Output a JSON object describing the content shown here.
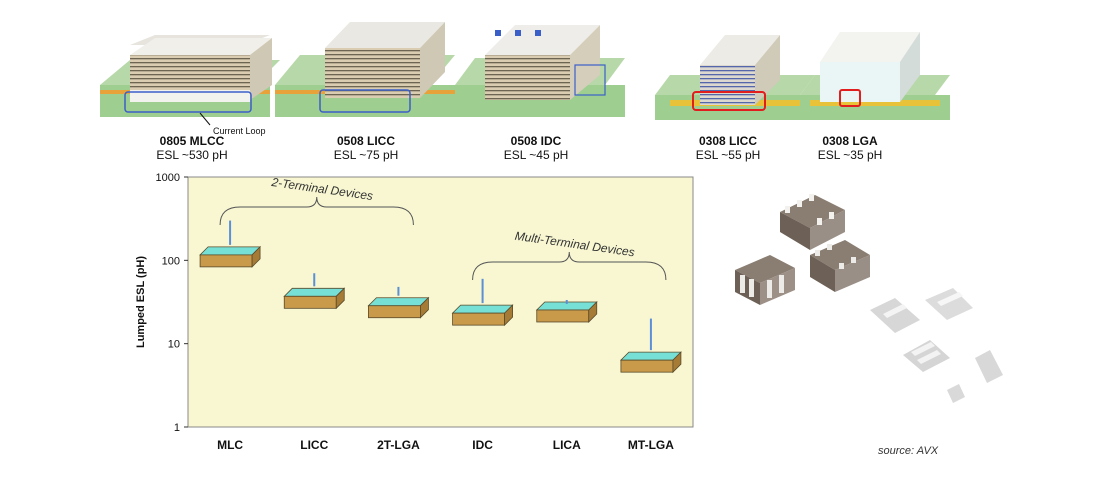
{
  "top_panels": [
    {
      "title": "0805 MLCC",
      "esl": "ESL ~530 pH"
    },
    {
      "title": "0508 LICC",
      "esl": "ESL ~75 pH"
    },
    {
      "title": "0508 IDC",
      "esl": "ESL ~45 pH"
    },
    {
      "title": "0308 LICC",
      "esl": "ESL ~55 pH"
    },
    {
      "title": "0308 LGA",
      "esl": "ESL ~35 pH"
    }
  ],
  "current_loop_label": "Current Loop",
  "chart_data": {
    "type": "range",
    "ylabel": "Lumped ESL (pH)",
    "yscale": "log",
    "ylim": [
      1,
      1000
    ],
    "yticks": [
      "1000",
      "100",
      "10",
      "1"
    ],
    "categories": [
      "MLC",
      "LICC",
      "2T-LGA",
      "IDC",
      "LICA",
      "MT-LGA"
    ],
    "ranges": [
      [
        110,
        300
      ],
      [
        35,
        70
      ],
      [
        27,
        48
      ],
      [
        22,
        60
      ],
      [
        24,
        30
      ],
      [
        6,
        20
      ]
    ],
    "groups": [
      {
        "label": "2-Terminal Devices",
        "from": 0,
        "to": 2
      },
      {
        "label": "Multi-Terminal Devices",
        "from": 3,
        "to": 5
      }
    ],
    "colors": {
      "background": "#f8f7d2",
      "range_line": "#5b8fd6"
    }
  },
  "source_text": "source: AVX"
}
